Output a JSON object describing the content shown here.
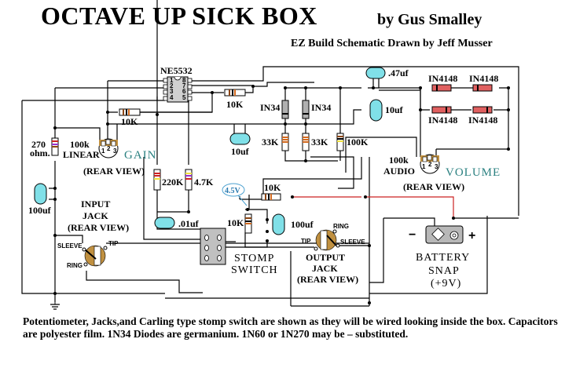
{
  "header": {
    "title": "OCTAVE UP SICK BOX",
    "byline": "by Gus Smalley",
    "subtitle": "EZ Build Schematic Drawn by  Jeff Musser"
  },
  "components": {
    "ic": {
      "label": "NE5532",
      "pins": [
        "1",
        "2",
        "3",
        "4",
        "5",
        "6",
        "7",
        "8"
      ]
    },
    "r_10k_feedback": "10K",
    "r_10k_gain": "10K",
    "r_270": {
      "line1": "270",
      "line2": "ohm."
    },
    "pot_gain": {
      "value": "100k",
      "taper": "LINEAR",
      "name": "GAIN",
      "view": "(REAR VIEW)",
      "pins": [
        "1",
        "2",
        "3"
      ]
    },
    "pot_volume": {
      "value": "100k",
      "taper": "AUDIO",
      "name": "VOLUME",
      "view": "(REAR VIEW)",
      "pins": [
        "1",
        "2",
        "3"
      ]
    },
    "d_in34_a": "IN34",
    "d_in34_b": "IN34",
    "r_33k_a": "33K",
    "r_33k_b": "33K",
    "r_100k": "100K",
    "c_10uf_mid": "10uf",
    "c_10uf_right": "10uf",
    "c_047uf": ".47uf",
    "d_in4148": [
      "IN4148",
      "IN4148",
      "IN4148",
      "IN4148"
    ],
    "r_220k": "220K",
    "r_4_7k": "4.7K",
    "c_100uf_left": "100uf",
    "c_01uf": ".01uf",
    "r_10k_bias_top": "10K",
    "r_10k_bias": "10K",
    "c_100uf_bias": "100uf",
    "bias_voltage": "4.5V",
    "input_jack": {
      "line1": "INPUT",
      "line2": "JACK",
      "line3": "(REAR VIEW)",
      "sleeve": "SLEEVE",
      "tip": "TIP",
      "ring": "RING"
    },
    "output_jack": {
      "line1": "OUTPUT",
      "line2": "JACK",
      "line3": "(REAR VIEW)",
      "sleeve": "SLEEVE",
      "tip": "TIP",
      "ring": "RING"
    },
    "stomp_switch": {
      "line1": "STOMP",
      "line2": "SWITCH"
    },
    "battery": {
      "line1": "BATTERY",
      "line2": "SNAP",
      "line3": "(+9V)",
      "minus": "−",
      "plus": "+"
    }
  },
  "footer": {
    "note": "Potentiometer, Jacks,and Carling type stomp switch are shown as they will be wired looking inside the box. Capacitors are polyester film. 1N34 Diodes are germanium. 1N60 or 1N270  may be – substituted."
  },
  "colors": {
    "capacitor": "#80e0e8",
    "diode_4148": "#e06060",
    "diode_in34": "#b0b0b0",
    "teal_label": "#2a8080",
    "positive_wire": "#cc2222",
    "pot_body": "#c09040",
    "switch_body": "#c0c0c0"
  }
}
